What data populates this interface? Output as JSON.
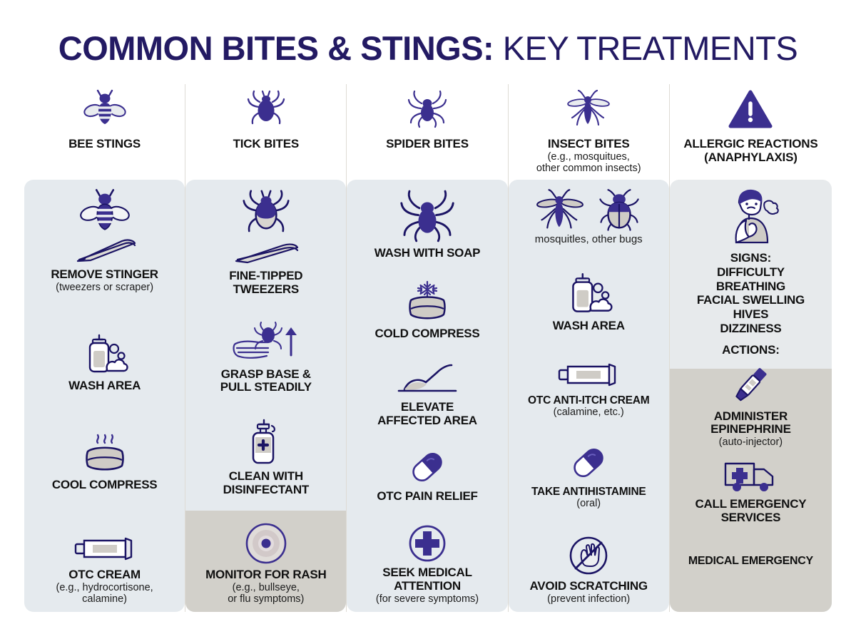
{
  "title": {
    "bold_part": "COMMON BITES & STINGS:",
    "light_part": " KEY TREATMENTS"
  },
  "colors": {
    "brand_indigo": "#3b2f8f",
    "title_navy": "#231a63",
    "panel_bg": "#e5eaee",
    "highlight_band": "#d2d0ca",
    "divider": "#dedbd4",
    "text": "#111111",
    "icon_fill_grey": "#cfccc6",
    "page_bg": "#ffffff"
  },
  "columns": [
    {
      "id": "bee-stings",
      "header_icon": "bee-icon",
      "header_label": "BEE STINGS",
      "header_sub": "",
      "band_height": 0,
      "steps": [
        {
          "icons": [
            "bee-icon",
            "tweezers-icon"
          ],
          "label": "REMOVE STINGER",
          "sub": "(tweezers or scraper)"
        },
        {
          "icons": [
            "soap-pump-icon"
          ],
          "label": "WASH AREA",
          "sub": ""
        },
        {
          "icons": [
            "cold-compress-icon"
          ],
          "label": "COOL COMPRESS",
          "sub": ""
        },
        {
          "icons": [
            "cream-tube-icon"
          ],
          "label": "OTC CREAM",
          "sub": "(e.g., hydrocortisone,\ncalamine)"
        }
      ]
    },
    {
      "id": "tick-bites",
      "header_icon": "tick-icon",
      "header_label": "TICK BITES",
      "header_sub": "",
      "band_height": 142,
      "steps": [
        {
          "icons": [
            "tick-icon",
            "tweezers-icon"
          ],
          "label": "FINE-TIPPED\nTWEEZERS",
          "sub": ""
        },
        {
          "icons": [
            "hand-pull-tick-icon"
          ],
          "label": "GRASP BASE &\nPULL STEADILY",
          "sub": ""
        },
        {
          "icons": [
            "disinfectant-bottle-icon"
          ],
          "label": "CLEAN WITH\nDISINFECTANT",
          "sub": ""
        },
        {
          "icons": [
            "bullseye-rash-icon"
          ],
          "label": "MONITOR FOR RASH",
          "sub": "(e.g., bullseye,\nor flu symptoms)"
        }
      ]
    },
    {
      "id": "spider-bites",
      "header_icon": "spider-icon",
      "header_label": "SPIDER BITES",
      "header_sub": "",
      "band_height": 0,
      "steps": [
        {
          "icons": [
            "spider-icon"
          ],
          "label": "WASH WITH SOAP",
          "sub": ""
        },
        {
          "icons": [
            "snowflake-compress-icon"
          ],
          "label": "COLD COMPRESS",
          "sub": ""
        },
        {
          "icons": [
            "elevated-leg-icon"
          ],
          "label": "ELEVATE\nAFFECTED AREA",
          "sub": ""
        },
        {
          "icons": [
            "capsule-pill-icon"
          ],
          "label": "OTC PAIN RELIEF",
          "sub": ""
        },
        {
          "icons": [
            "medical-cross-circle-icon"
          ],
          "label": "SEEK MEDICAL\nATTENTION",
          "sub": "(for severe symptoms)"
        }
      ]
    },
    {
      "id": "insect-bites",
      "header_icon": "mosquito-icon",
      "header_label": "INSECT BITES",
      "header_sub": "(e.g., mosquitues,\nother common insects)",
      "band_height": 0,
      "steps": [
        {
          "icons": [
            "mosquito-icon",
            "beetle-icon"
          ],
          "label": "",
          "sub": "mosquitles, other bugs"
        },
        {
          "icons": [
            "soap-pump-icon"
          ],
          "label": "WASH AREA",
          "sub": ""
        },
        {
          "icons": [
            "cream-tube-icon"
          ],
          "label": "OTC ANTI-ITCH CREAM",
          "sub": "(calamine, etc.)"
        },
        {
          "icons": [
            "capsule-pill-icon"
          ],
          "label": "TAKE ANTIHISTAMINE",
          "sub": "(oral)"
        },
        {
          "icons": [
            "no-scratching-icon"
          ],
          "label": "AVOID SCRATCHING",
          "sub": "(prevent infection)"
        }
      ]
    }
  ],
  "allergic": {
    "id": "allergic-reactions",
    "header_icon": "warning-triangle-icon",
    "header_label": "ALLERGIC REACTIONS\n(ANAPHYLAXIS)",
    "header_sub": "",
    "person_icon": "person-distress-icon",
    "signs_title": "SIGNS:",
    "signs_list": "DIFFICULTY\nBREATHING\nFACIAL SWELLING\nHIVES\nDIZZINESS",
    "actions_title": "ACTIONS:",
    "band_height": 341,
    "actions": [
      {
        "icons": [
          "epipen-icon"
        ],
        "label": "ADMINISTER\nEPINEPHRINE",
        "sub": "(auto-injector)"
      },
      {
        "icons": [
          "ambulance-icon"
        ],
        "label": "CALL EMERGENCY\nSERVICES",
        "sub": ""
      }
    ],
    "footer_note": "MEDICAL EMERGENCY"
  }
}
